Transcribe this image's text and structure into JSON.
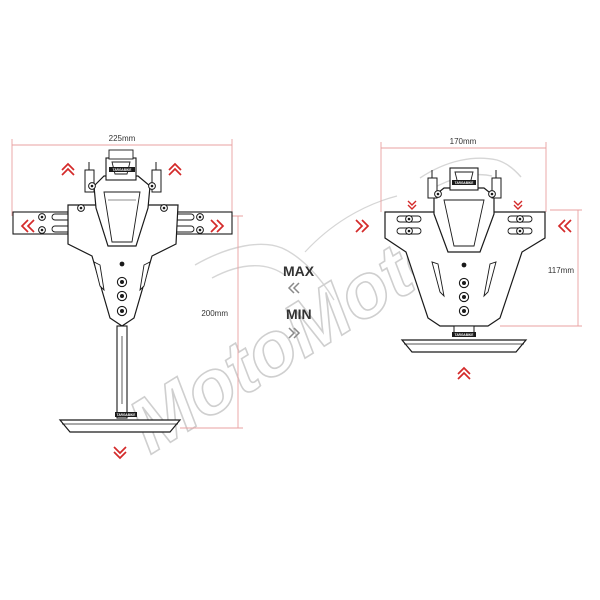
{
  "watermark": {
    "text": "MotoMotor"
  },
  "modes": {
    "max": "MAX",
    "min": "MIN"
  },
  "left_view": {
    "width_label": "225mm",
    "height_label": "200mm",
    "brand": "TARGABIKE"
  },
  "right_view": {
    "width_label": "170mm",
    "height_label": "117mm",
    "brand": "TARGABIKE"
  },
  "colors": {
    "arrow_red": "#d42a2a",
    "dim_line": "#e9a0a0",
    "part_fill": "#ffffff",
    "part_stroke": "#1a1a1a",
    "watermark": "#cfcfcf",
    "chevron_grey": "#8a8a8a"
  },
  "icons": {
    "expand_arrow": "red-double-chevron-icon",
    "max_indicator": "double-chevron-left-icon",
    "min_indicator": "double-chevron-right-icon"
  }
}
